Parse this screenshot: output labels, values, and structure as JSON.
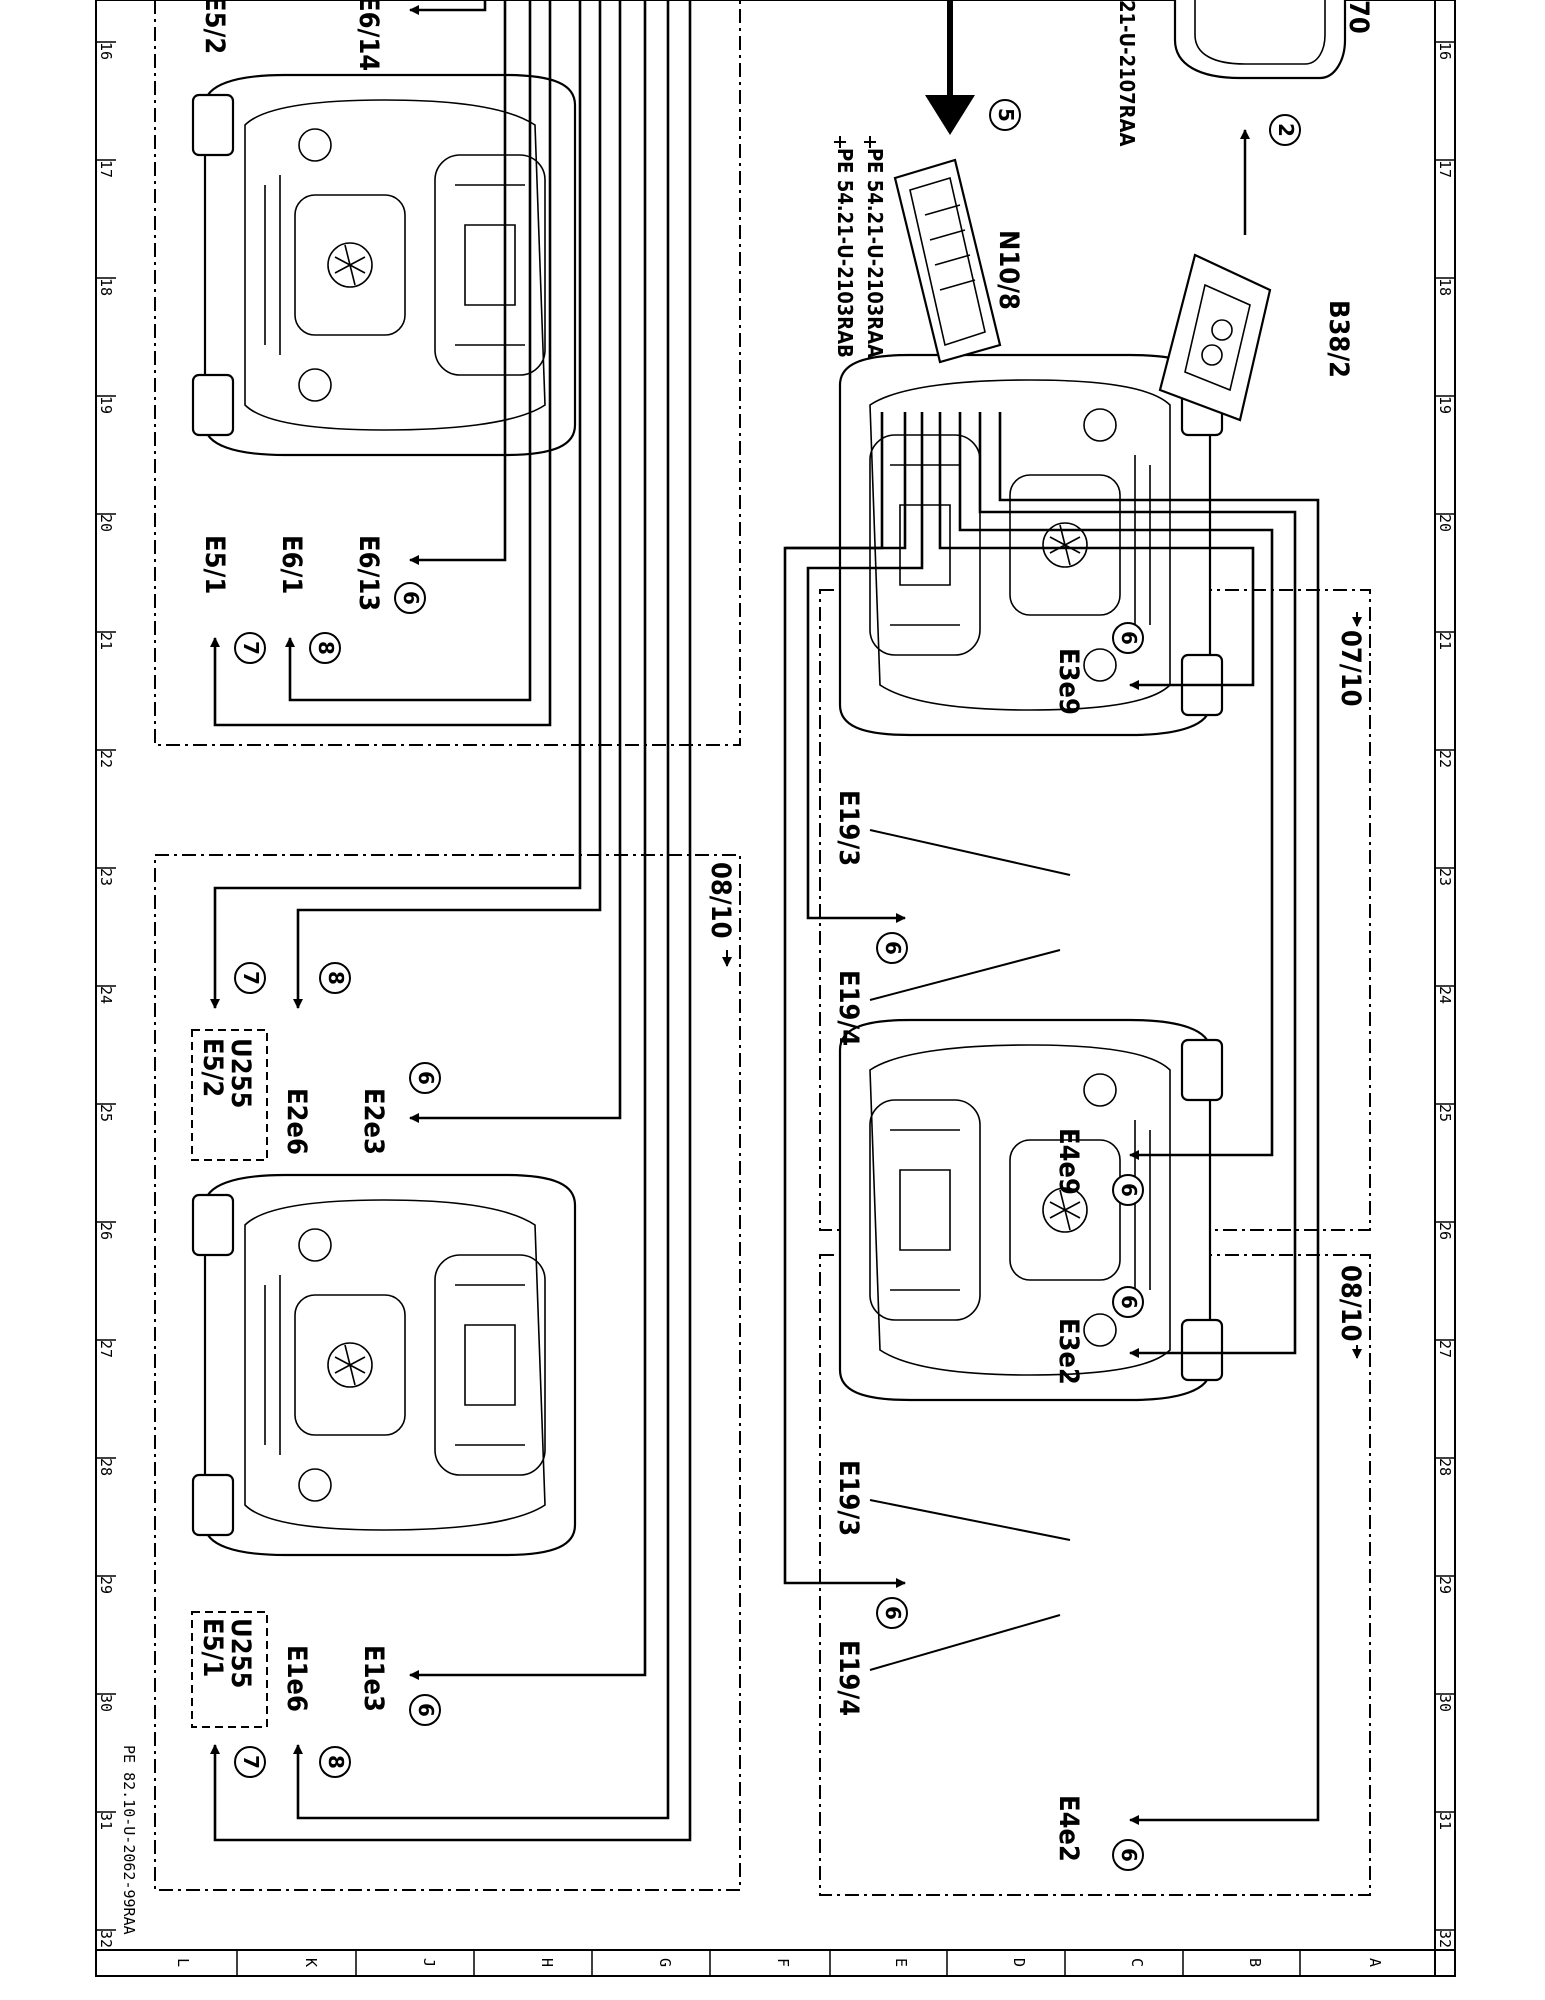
{
  "components": {
    "n10_8": "N10/8",
    "b38_2": "B38/2",
    "e6_13": "E6/13",
    "e6_14": "E6/14",
    "e6_1": "E6/1",
    "e5_1": "E5/1",
    "e5_2": "E5/2",
    "e3e9": "E3e9",
    "e4e9": "E4e9",
    "e3e2": "E3e2",
    "e4e2": "E4e2",
    "e19_3": "E19/3",
    "e19_4": "E19/4",
    "e2e3": "E2e3",
    "e2e6": "E2e6",
    "e1e3": "E1e3",
    "e1e6": "E1e6",
    "u255": "U255",
    "e5_2_box": "E5/2",
    "e5_1_box": "E5/1",
    "s70": "70"
  },
  "references": {
    "pe_top": "21-U-2107RAA",
    "pe_raa": "PE 54.21-U-2103RAA",
    "pe_rab": "PE 54.21-U-2103RAB"
  },
  "variants": {
    "upper_right": "07/10",
    "lower_right": "08/10",
    "lower_left": "08/10"
  },
  "callouts": {
    "c2": "2",
    "c5": "5",
    "c6": "6",
    "c7": "7",
    "c8": "8"
  },
  "grid": {
    "numbers": [
      "16",
      "17",
      "18",
      "19",
      "20",
      "21",
      "22",
      "23",
      "24",
      "25",
      "26",
      "27",
      "28",
      "29",
      "30",
      "31",
      "32"
    ],
    "letters": [
      "A",
      "B",
      "C",
      "D",
      "E",
      "F",
      "G",
      "H",
      "J",
      "K",
      "L"
    ]
  },
  "doc_id": "PE 82.10-U-2062-99RAA"
}
